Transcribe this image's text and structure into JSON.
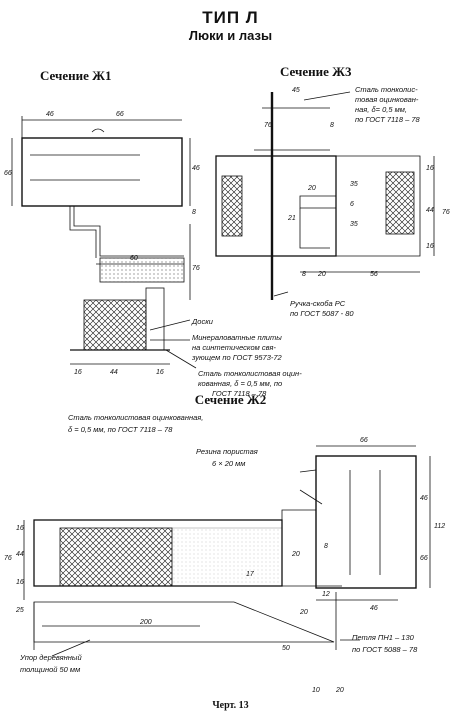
{
  "header": {
    "title": "ТИП Л",
    "subtitle": "Люки и лазы"
  },
  "sections": {
    "zh1": "Сечение Ж1",
    "zh3": "Сечение Ж3",
    "zh2": "Сечение Ж2"
  },
  "notes": {
    "zh3_steel_1": "Сталь тонколис-",
    "zh3_steel_2": "товая оцинкован-",
    "zh3_steel_3": "ная, δ= 0,5 мм,",
    "zh3_steel_4": "по ГОСТ 7118 – 78",
    "handle_1": "Ручка-скоба РС",
    "handle_2": "по ГОСТ 5087 - 80",
    "boards": "Доски",
    "mineral_1": "Минераловатные плиты",
    "mineral_2": "на синтетическом свя-",
    "mineral_3": "зующем по ГОСТ 9573-72",
    "steel_zh1_1": "Сталь тонколистовая оцин-",
    "steel_zh1_2": "кованная, δ = 0,5 мм, по",
    "steel_zh1_3": "ГОСТ 7118 – 78",
    "steel_zh2_1": "Сталь тонколистовая оцинкованная,",
    "steel_zh2_2": "δ = 0,5 мм, по ГОСТ 7118 – 78",
    "rubber_1": "Резина пористая",
    "rubber_2": "6 × 20 мм",
    "stop_1": "Упор деревянный",
    "stop_2": "толщиной 50 мм",
    "hinge_1": "Петля ПН1 – 130",
    "hinge_2": "по ГОСТ 5088 – 78"
  },
  "dims": {
    "zh1": {
      "d46_top": "46",
      "d66_top": "66",
      "d66_left": "66",
      "d46_right": "46",
      "d8": "8",
      "d76": "76",
      "d60": "60",
      "d16a": "16",
      "d44": "44",
      "d16b": "16"
    },
    "zh3": {
      "d45": "45",
      "d76": "76",
      "d8_top": "8",
      "d20": "20",
      "d35a": "35",
      "d6": "6",
      "d35b": "35",
      "d21": "21",
      "d16a": "16",
      "d44": "44",
      "d16b": "16",
      "d76r": "76",
      "d8_bot": "8",
      "d20_bot": "20",
      "d56": "56"
    },
    "zh2": {
      "d66_top": "66",
      "d46": "46",
      "d112": "112",
      "d66_right": "66",
      "d16a": "16",
      "d44": "44",
      "d16b": "16",
      "d76": "76",
      "d20": "20",
      "d8": "8",
      "d17": "17",
      "d12": "12",
      "d20b": "20",
      "d46_bot": "46",
      "d25": "25",
      "d200": "200",
      "d50": "50",
      "d10": "10",
      "d20c": "20"
    }
  },
  "caption": "Черт. 13",
  "colors": {
    "ink": "#111111",
    "paper": "#ffffff"
  }
}
